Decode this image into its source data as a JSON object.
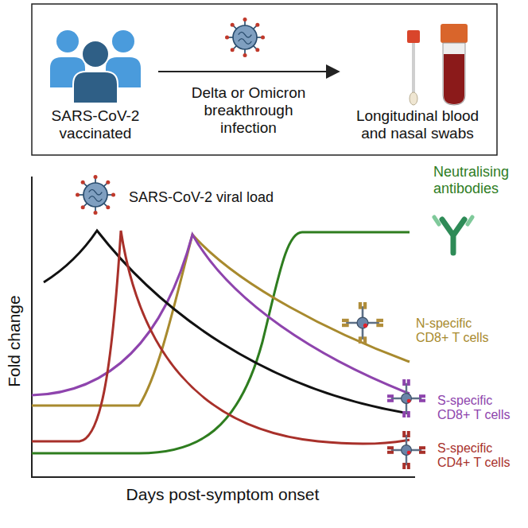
{
  "diagram": {
    "nodes": [
      {
        "text": [
          "SARS-CoV-2 vaccinated"
        ]
      },
      {
        "text": [
          "Longitudinal blood and nasal swabs"
        ]
      }
    ],
    "edges": [
      {
        "from": 0,
        "to": 1,
        "arrow": "to",
        "label": "Delta or Omicron breakthrough infection"
      }
    ],
    "labels": [
      "SARS-CoV-2 viral load",
      "Neutralising antibodies",
      "N-specific CD8+ T cells",
      "S-specific CD8+ T cells",
      "S-specific CD4+ T cells",
      "Fold change",
      "Days post-symptom onset"
    ]
  }
}
